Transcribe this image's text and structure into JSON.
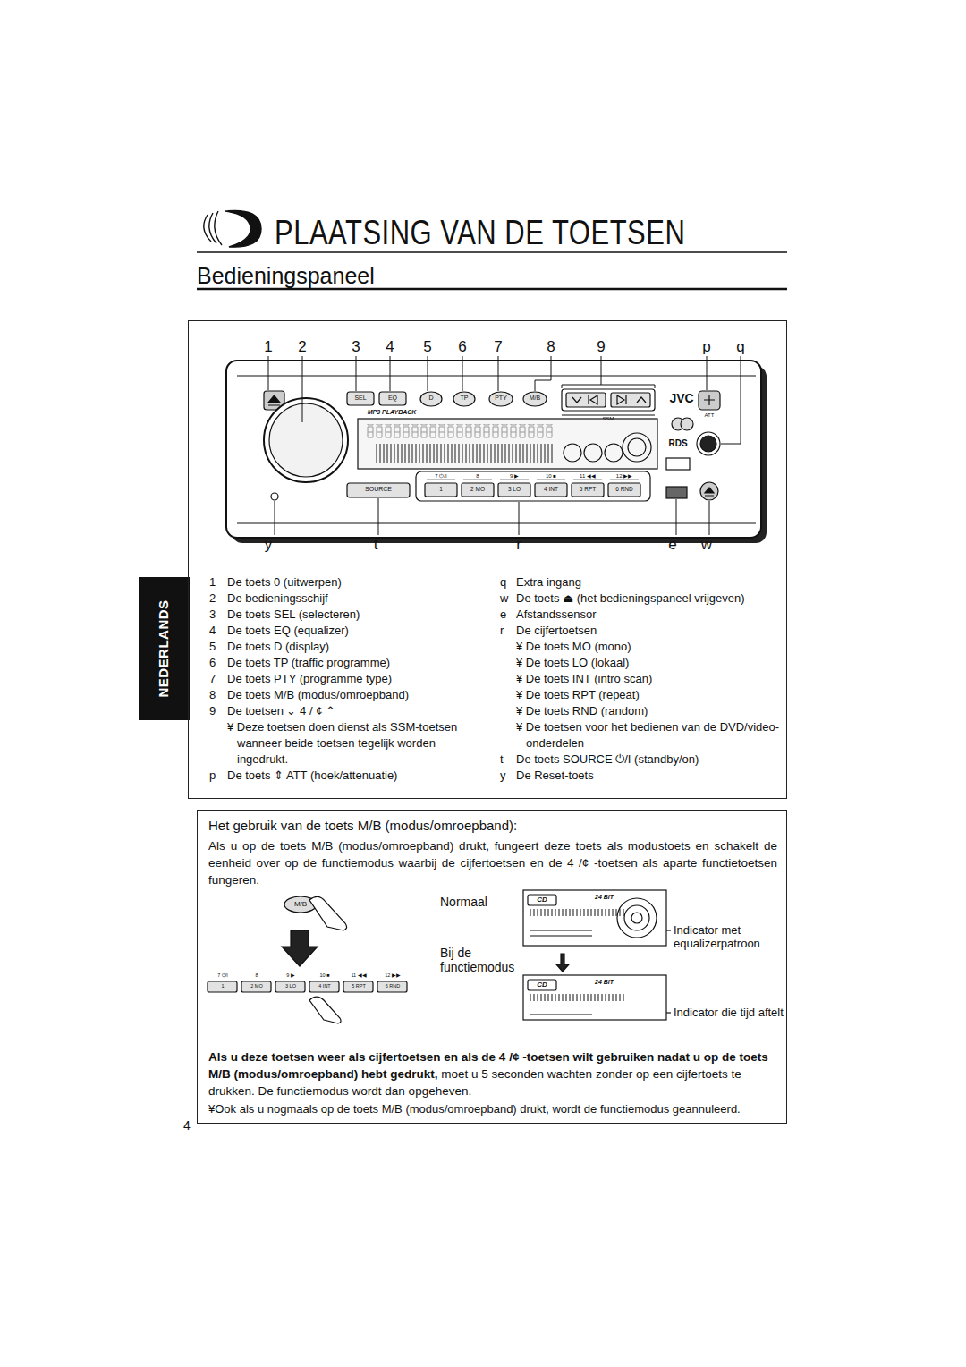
{
  "diagram": {
    "title": "PLAATSING VAN DE TOETSEN",
    "nodes": [
      {
        "text": [
          "1",
          "De toets 0 (uitwerpen)",
          "2",
          "De bedieningsschijf",
          "3",
          "De toets SEL (selecteren)",
          "4",
          "De toets EQ (equalizer)",
          "5",
          "De toets D (display)",
          "6",
          "De toets TP (traffic programme)",
          "7",
          "De toets PTY (programme type)",
          "8",
          "De toets M/B (modus/omroepband)",
          "9",
          "De toetsen ⌄ 4 / ¢ ⌃",
          "¥ Deze toetsen doen dienst als SSM-toetsen wanneer beide toetsen tegelijk worden ingedrukt.",
          "p",
          "De toets ⇕ ATT (hoek/attenuatie)",
          "q",
          "Extra ingang",
          "w",
          "De toets ⏏ (het bedieningspaneel vrijgeven)",
          "e",
          "Afstandssensor",
          "r",
          "De cijfertoetsen",
          "¥ De toets MO (mono)",
          "¥ De toets LO (lokaal)",
          "¥ De toets INT (intro scan)",
          "¥ De toets RPT (repeat)",
          "¥ De toets RND (random)",
          "¥ De toetsen voor het bedienen van de DVD/video-onderdelen",
          "t",
          "De toets SOURCE ⏻/I (standby/on)",
          "y",
          "De Reset-toets"
        ]
      },
      {
        "text": [
          "Het gebruik van de toets M/B (modus/omroepband):",
          "Als u op de toets M/B (modus/omroepband) drukt, fungeert deze toets als modustoets en schakelt de eenheid over op de functiemodus waarbij de cijfertoetsen en de 4 /¢ -toetsen als aparte functietoetsen fungeren.",
          "Als u deze toetsen weer als cijfertoetsen en als de 4 /¢ -toetsen wilt gebruiken nadat u op de toets M/B (modus/omroepband) hebt gedrukt,",
          "moet u 5 seconden wachten zonder op een cijfertoets te drukken. De functiemodus wordt dan opgeheven.",
          "¥Ook als u nogmaals op de toets M/B (modus/omroepband) drukt, wordt de functiemodus geannuleerd."
        ]
      }
    ],
    "labels": [
      "Bedieningspaneel",
      "NEDERLANDS",
      "1",
      "2",
      "3",
      "4",
      "5",
      "6",
      "7",
      "8",
      "9",
      "p",
      "q",
      "y",
      "t",
      "r",
      "e",
      "w",
      "SEL",
      "EQ",
      "D",
      "TP",
      "PTY",
      "M/B",
      "SSM",
      "JVC",
      "ATT",
      "MP3 PLAYBACK",
      "RDS",
      "SOURCE",
      "7 ⏻/I",
      "8",
      "9 ▶",
      "10 ■",
      "11 ◀◀",
      "12 ▶▶",
      "1",
      "2 MO",
      "3 LO",
      "4 INT",
      "5 RPT",
      "6 RND",
      "M/B",
      "7 ⏻/I",
      "8",
      "9 ▶",
      "10 ■",
      "11 ◀◀",
      "12 ▶▶",
      "1",
      "2 MO",
      "3 LO",
      "4 INT",
      "5 RPT",
      "6 RND",
      "Normaal",
      "Bij de functiemodus",
      "CD",
      "24 BIT",
      "CD",
      "24 BIT",
      "Indicator met equalizerpatroon",
      "Indicator die tijd aftelt",
      "4"
    ]
  }
}
